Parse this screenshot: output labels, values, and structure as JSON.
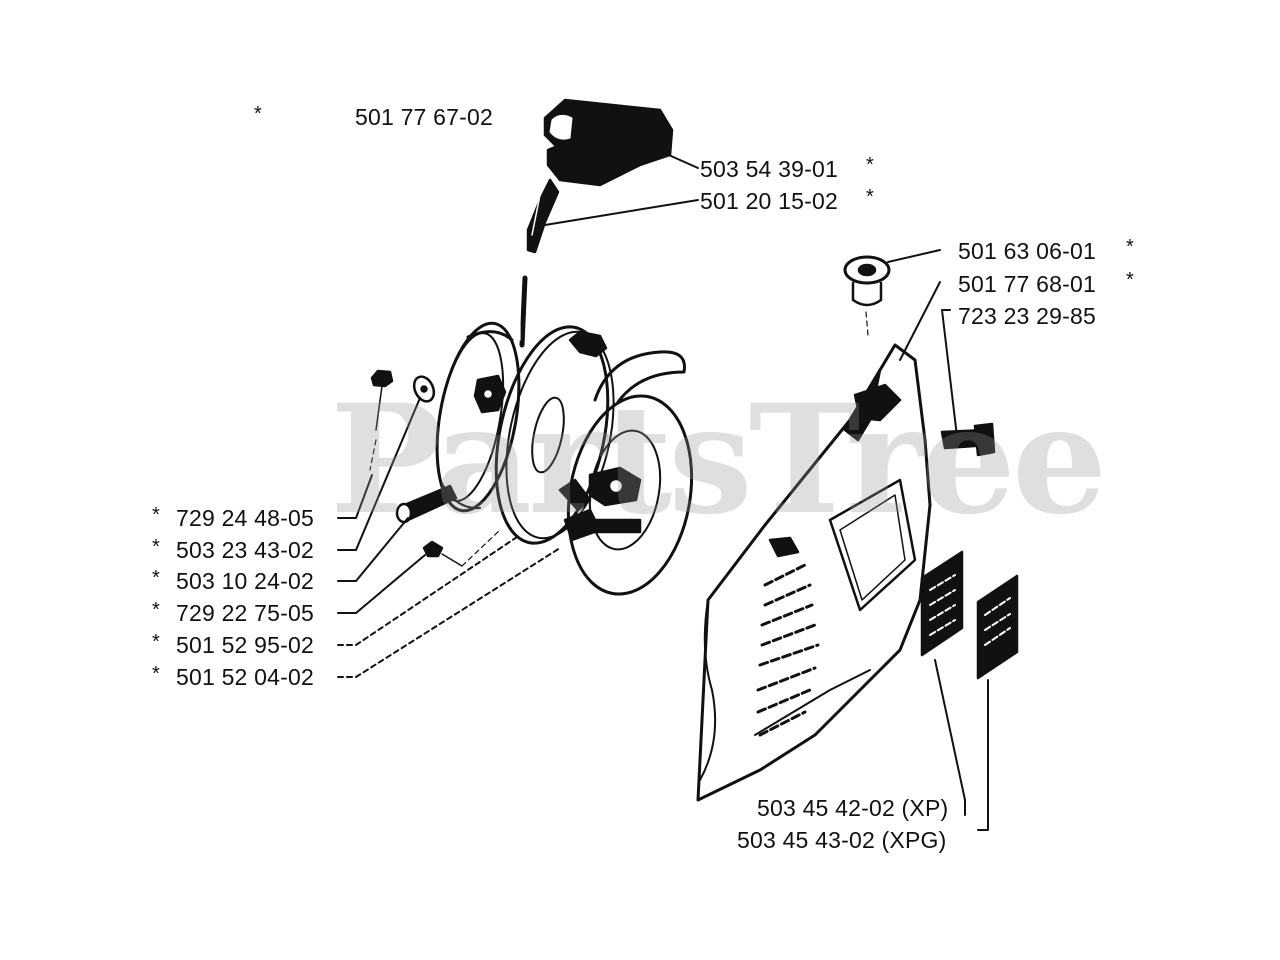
{
  "watermark": "PartsTree",
  "labels": {
    "top_part": "501 77 67-02",
    "handle": "503 54 39-01",
    "rope": "501 20 15-02",
    "cap": "501 63 06-01",
    "bushing": "501 77 68-01",
    "cover_screw": "723 23 29-85",
    "screw_729_24": "729 24 48-05",
    "washer": "503 23 43-02",
    "pin": "503 10 24-02",
    "screw_729_22": "729 22 75-05",
    "pulley": "501 52 95-02",
    "spring": "501 52 04-02",
    "decal_xp": "503 45 42-02 (XP)",
    "decal_xpg": "503 45 43-02 (XPG)"
  },
  "asterisk": "*"
}
